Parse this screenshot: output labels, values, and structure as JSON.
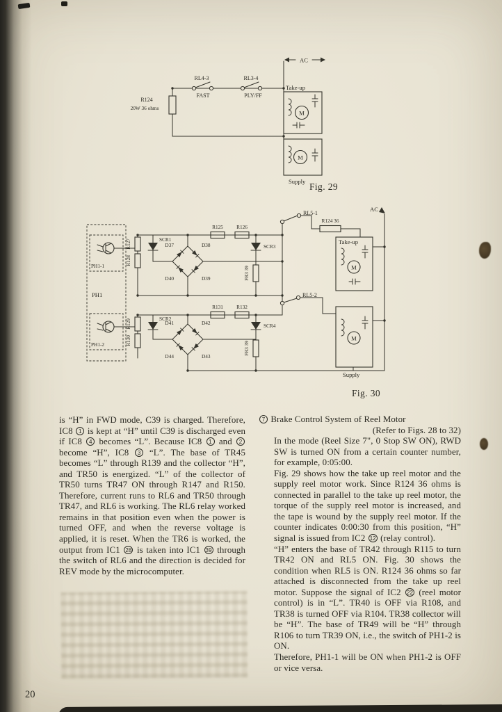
{
  "colors": {
    "paper": "#e8e3d3",
    "ink": "#2b2a23"
  },
  "page": {
    "number": "20"
  },
  "fig29": {
    "caption": "Fig. 29",
    "ac": "AC",
    "rl4_3": "RL4-3",
    "fast": "FAST",
    "rl3_4": "RL3-4",
    "ply_ff": "PLY/FF",
    "r124": "R124",
    "r124_value": "20W 36 ohms",
    "take_up": "Take-up",
    "supply": "Supply",
    "motor": "M"
  },
  "fig30": {
    "caption": "Fig. 30",
    "ac": "AC",
    "ph1": "PH1",
    "ph1_1": "PH1-1",
    "ph1_2": "PH1-2",
    "r127": "R127",
    "r128": "R128",
    "r129": "R129",
    "r130": "R130",
    "scr1": "SCR1",
    "scr2": "SCR2",
    "scr3": "SCR3",
    "scr4": "SCR4",
    "d37": "D37",
    "d38": "D38",
    "d39": "D39",
    "d40": "D40",
    "d41": "D41",
    "d42": "D42",
    "d43": "D43",
    "d44": "D44",
    "r125": "R125",
    "r126": "R126",
    "r131": "R131",
    "r132": "R132",
    "fr3_39": "FR3 39",
    "rl5_1": "RL5-1",
    "rl5_2": "RL5-2",
    "r124_36": "R124 36",
    "take_up": "Take-up",
    "supply": "Supply",
    "motor": "M"
  },
  "left_column": {
    "paragraph": [
      {
        "t": "is “H” in FWD mode, C39 is charged. Therefore, IC8 "
      },
      {
        "c": "1"
      },
      {
        "t": " is kept at “H” until C39 is discharged even if IC8 "
      },
      {
        "c": "4"
      },
      {
        "t": " becomes “L”. Because IC8 "
      },
      {
        "c": "1"
      },
      {
        "t": " and "
      },
      {
        "c": "2"
      },
      {
        "t": " become “H”, IC8 "
      },
      {
        "c": "3"
      },
      {
        "t": " “L”. The base of TR45 becomes “L” through R139 and the collector “H”, and TR50 is energized. “L” of the collector of TR50 turns TR47 ON through R147 and R150. Therefore, current runs to RL6 and TR50 through TR47, and RL6 is working. The RL6 relay worked remains in that position even when the power is turned OFF, and when the reverse voltage is applied, it is reset. When the TR6 is worked, the output from IC1 "
      },
      {
        "c": "28"
      },
      {
        "t": " is taken into IC1 "
      },
      {
        "c": "39"
      },
      {
        "t": " through the switch of RL6 and the direction is decided for REV mode by the microcomputer."
      }
    ]
  },
  "right_column": {
    "heading": [
      {
        "c": "7"
      },
      {
        "t": " Brake Control System of Reel Motor"
      }
    ],
    "refer": "(Refer to Figs. 28 to 32)",
    "para1": [
      {
        "t": "In the mode (Reel Size 7\", 0 Stop SW ON), RWD SW is turned ON from a certain counter number, for example, 0:05:00."
      }
    ],
    "para2": [
      {
        "t": "Fig. 29 shows how the take up reel motor and the supply reel motor work. Since R124 36 ohms is connected in parallel to the take up reel motor, the torque of the supply reel motor is increased, and the tape is wound by the supply reel motor. If the counter indicates 0:00:30 from this position, “H” signal is issued from IC2 "
      },
      {
        "c": "12"
      },
      {
        "t": " (relay control)."
      }
    ],
    "para3": [
      {
        "t": "“H” enters the base of TR42 through R115 to turn TR42 ON and RL5 ON. Fig. 30 shows the condition when RL5 is ON. R124 36 ohms so far attached is disconnected from the take up reel motor. Suppose the signal of IC2 "
      },
      {
        "c": "22"
      },
      {
        "t": " (reel motor control) is in “L”. TR40 is OFF via R108, and TR38 is turned OFF via R104. TR38 collector will be “H”. The base of TR49 will be “H” through R106 to turn TR39 ON, i.e., the switch of PH1-2 is ON."
      }
    ],
    "para4": [
      {
        "t": "Therefore, PH1-1 will be ON when PH1-2 is OFF or vice versa."
      }
    ]
  }
}
